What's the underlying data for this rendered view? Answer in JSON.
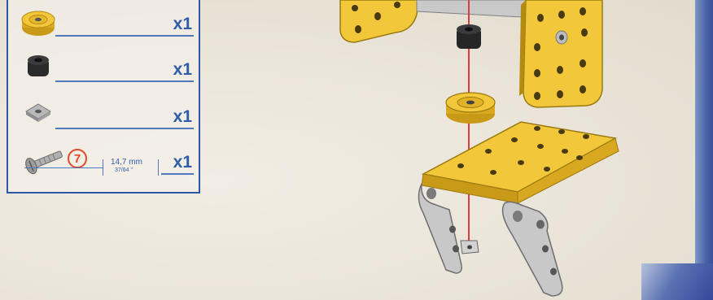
{
  "parts_list": {
    "items": [
      {
        "icon": "pulley-wheel-icon",
        "quantity": "x1"
      },
      {
        "icon": "black-bushing-icon",
        "quantity": "x1"
      },
      {
        "icon": "square-nut-icon",
        "quantity": "x1"
      },
      {
        "icon": "bolt-icon",
        "quantity": "x1",
        "callout_number": "7",
        "size_mm": "14,7 mm",
        "size_inch": "37/64 \""
      }
    ]
  },
  "colors": {
    "panel_border": "#2c56a6",
    "text_blue": "#2f5cab",
    "part_yellow": "#f2c83a",
    "axis_line_red": "#e13a3a",
    "callout_red": "#e04a2a",
    "page_edge_blue": "#37519a"
  }
}
